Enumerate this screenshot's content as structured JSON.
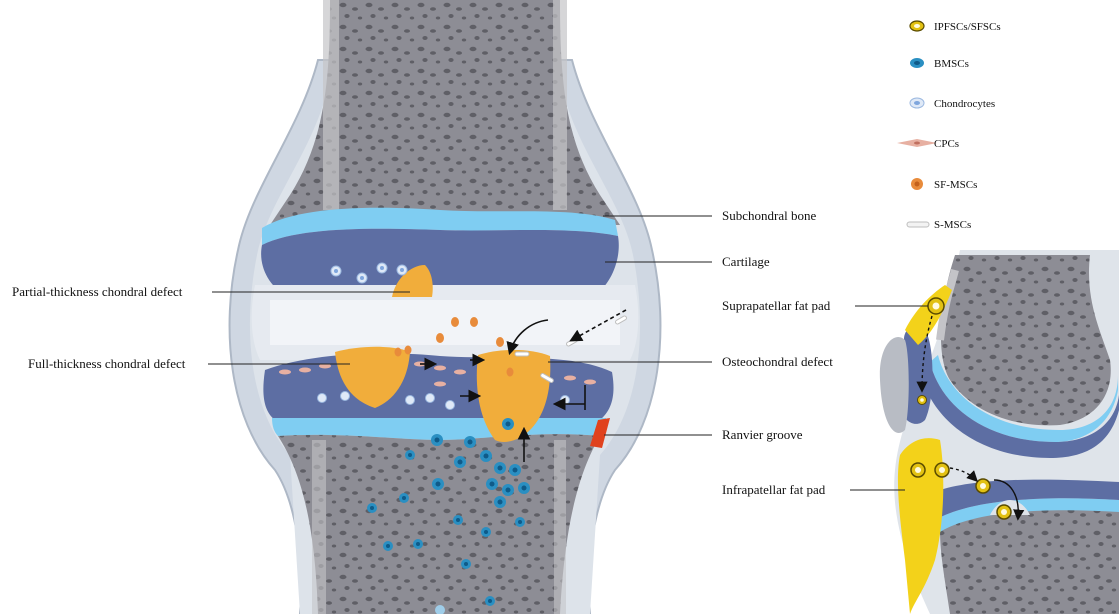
{
  "legend": [
    {
      "label": "IPFSCs/SFSCs",
      "icon": "ipfsc-sfsc-cell-icon",
      "color": "#e2c112"
    },
    {
      "label": "BMSCs",
      "icon": "bmsc-cell-icon",
      "color": "#2a8fc2"
    },
    {
      "label": "Chondrocytes",
      "icon": "chondrocyte-cell-icon",
      "color": "#a9c6ea"
    },
    {
      "label": "CPCs",
      "icon": "cpc-cell-icon",
      "color": "#e7b0a2"
    },
    {
      "label": "SF-MSCs",
      "icon": "sf-msc-cell-icon",
      "color": "#e88b3b"
    },
    {
      "label": "S-MSCs",
      "icon": "s-msc-cell-icon",
      "color": "#e4e4e4"
    }
  ],
  "labels": {
    "subchondral_bone": "Subchondral bone",
    "cartilage": "Cartilage",
    "partial_defect": "Partial-thickness chondral defect",
    "full_defect": "Full-thickness chondral defect",
    "osteochondral_defect": "Osteochondral defect",
    "ranvier_groove": "Ranvier groove",
    "suprapatellar_fat_pad": "Suprapatellar fat pad",
    "infrapatellar_fat_pad": "Infrapatellar fat pad"
  },
  "colors": {
    "bone": "#8c8c94",
    "cartilage": "#5d6ea3",
    "subchondral_bone": "#7fcdf2",
    "defect": "#f1ad3b",
    "fat_pad": "#f3d21a",
    "ranvier_groove": "#e0421e",
    "capsule": "#c9d3de"
  }
}
